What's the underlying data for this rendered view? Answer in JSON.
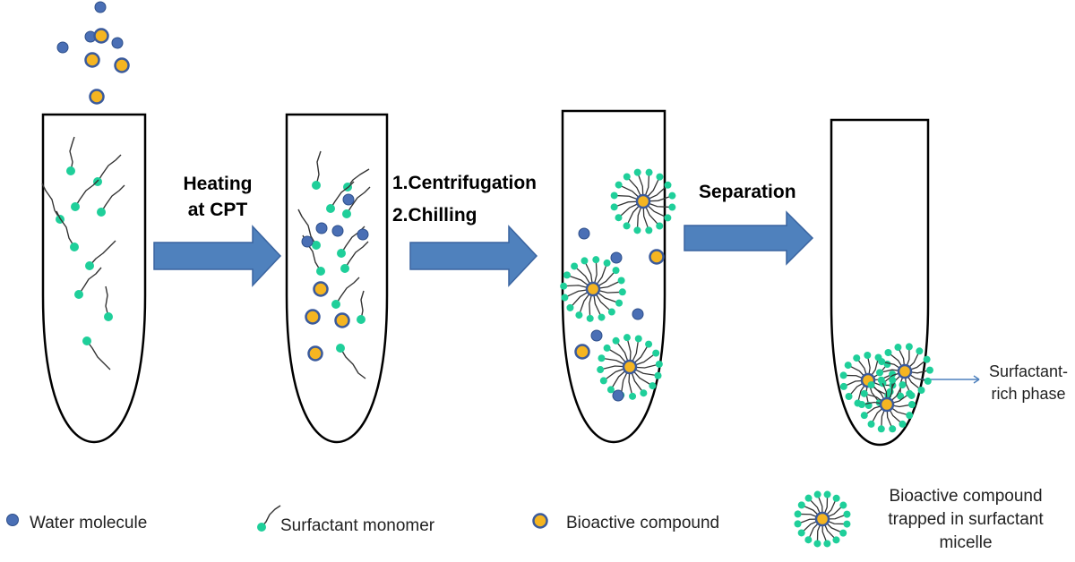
{
  "colors": {
    "water": "#4a6fb5",
    "water_stroke": "#2e4f8a",
    "surfactant_head": "#1fcf9a",
    "bioactive_fill": "#f5b521",
    "bioactive_stroke": "#3a5a9c",
    "arrow": "#4f81bd",
    "arrow_stroke": "#3a64a0",
    "tube_stroke": "#000000",
    "tail": "#333333"
  },
  "steps": {
    "heating_line1": "Heating",
    "heating_line2": "at CPT",
    "centrifugation": "1.Centrifugation",
    "chilling": "2.Chilling",
    "separation": "Separation"
  },
  "annotation": {
    "line1": "Surfactant-",
    "line2": "rich phase"
  },
  "legend": {
    "water": "Water molecule",
    "surfactant": "Surfactant monomer",
    "bioactive": "Bioactive compound",
    "micelle_line1": "Bioactive compound",
    "micelle_line2": "trapped in surfactant",
    "micelle_line3": "micelle"
  }
}
